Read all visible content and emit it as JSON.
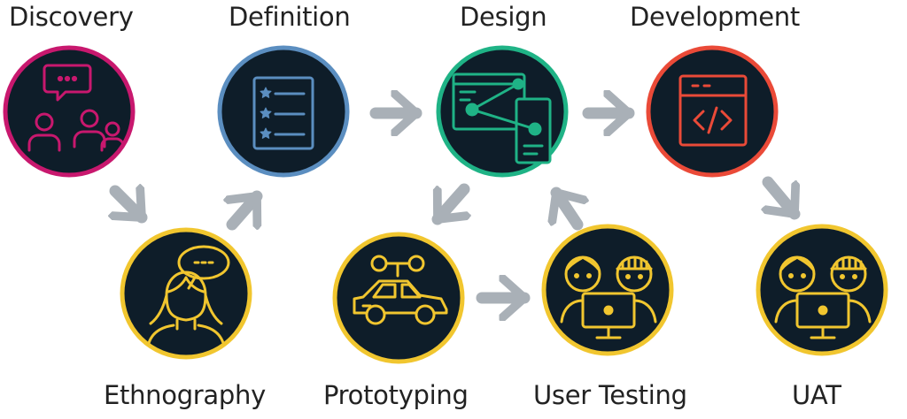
{
  "colors": {
    "node_fill": "#0e1d29",
    "arrow": "#a9b0b7",
    "discovery": "#c8186e",
    "definition": "#5b8ec0",
    "design": "#1fb386",
    "development": "#ea4a38",
    "yellow": "#f1c62f"
  },
  "stages": {
    "discovery": {
      "label": "Discovery",
      "icon": "chat-group-icon"
    },
    "definition": {
      "label": "Definition",
      "icon": "star-list-icon"
    },
    "design": {
      "label": "Design",
      "icon": "wireframe-icon"
    },
    "development": {
      "label": "Development",
      "icon": "code-window-icon"
    },
    "ethnography": {
      "label": "Ethnography",
      "icon": "person-speech-icon"
    },
    "prototyping": {
      "label": "Prototyping",
      "icon": "windup-car-icon"
    },
    "user_testing": {
      "label": "User Testing",
      "icon": "users-computer-icon"
    },
    "uat": {
      "label": "UAT",
      "icon": "users-computer-icon"
    }
  }
}
